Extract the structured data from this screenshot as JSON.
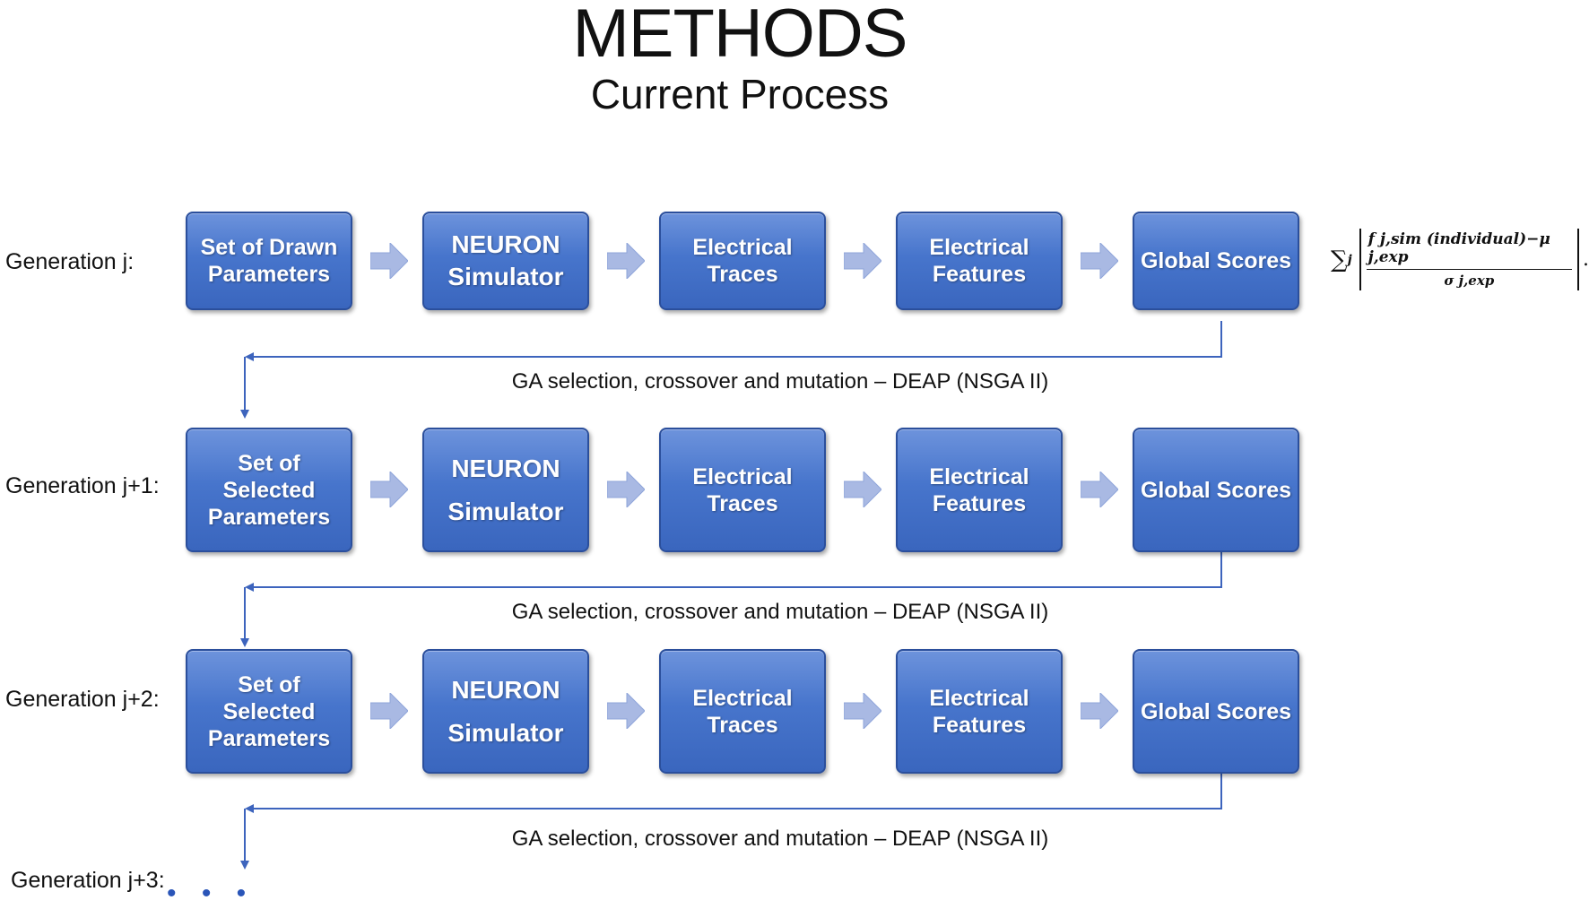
{
  "title": "METHODS",
  "subtitle": "Current Process",
  "formula": {
    "sum": "∑",
    "sum_sub": "j",
    "numerator": "f j,sim (individual)−μ j,exp",
    "denominator": "σ j,exp",
    "trailing": "."
  },
  "rows": [
    {
      "label": "Generation j:",
      "boxes": [
        {
          "lines": [
            "Set of Drawn",
            "Parameters"
          ]
        },
        {
          "lines": [
            "NEURON",
            "Simulator"
          ]
        },
        {
          "lines": [
            "Electrical",
            "Traces"
          ]
        },
        {
          "lines": [
            "Electrical",
            "Features"
          ]
        },
        {
          "lines": [
            "Global Scores"
          ]
        }
      ]
    },
    {
      "label": "Generation j+1:",
      "boxes": [
        {
          "lines": [
            "Set of",
            "Selected",
            "Parameters"
          ]
        },
        {
          "lines": [
            "NEURON",
            "Simulator"
          ]
        },
        {
          "lines": [
            "Electrical",
            "Traces"
          ]
        },
        {
          "lines": [
            "Electrical",
            "Features"
          ]
        },
        {
          "lines": [
            "Global Scores"
          ]
        }
      ]
    },
    {
      "label": "Generation j+2:",
      "boxes": [
        {
          "lines": [
            "Set of",
            "Selected",
            "Parameters"
          ]
        },
        {
          "lines": [
            "NEURON",
            "Simulator"
          ]
        },
        {
          "lines": [
            "Electrical",
            "Traces"
          ]
        },
        {
          "lines": [
            "Electrical",
            "Features"
          ]
        },
        {
          "lines": [
            "Global Scores"
          ]
        }
      ]
    }
  ],
  "caption": "GA selection, crossover and mutation – DEAP (NSGA II)",
  "final_label": "Generation j+3:",
  "dots": "• • •",
  "colors": {
    "box": "#4775cc",
    "arrow": "#a9b9e3",
    "connector": "#3d64bd"
  }
}
